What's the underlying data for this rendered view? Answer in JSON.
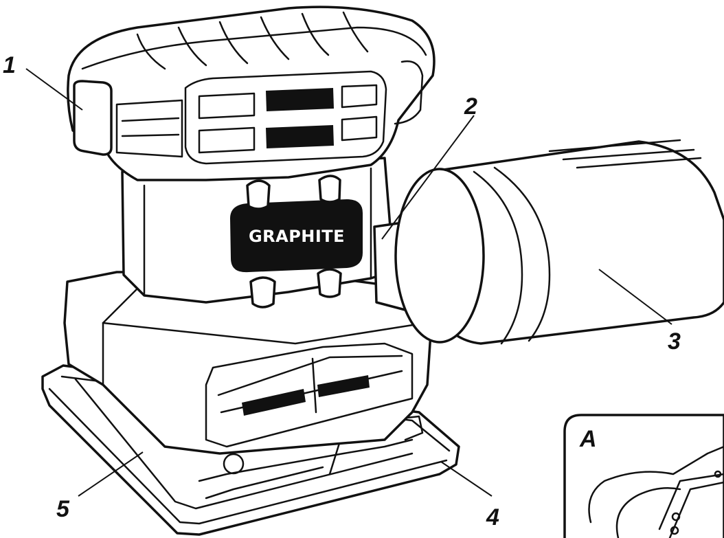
{
  "callouts": [
    {
      "id": "1",
      "label": "1"
    },
    {
      "id": "2",
      "label": "2"
    },
    {
      "id": "3",
      "label": "3"
    },
    {
      "id": "4",
      "label": "4"
    },
    {
      "id": "5",
      "label": "5"
    }
  ],
  "inset": {
    "label": "A"
  },
  "brand": {
    "text": "GRAPHITE"
  },
  "colors": {
    "ink": "#111111",
    "paper": "#ffffff"
  }
}
